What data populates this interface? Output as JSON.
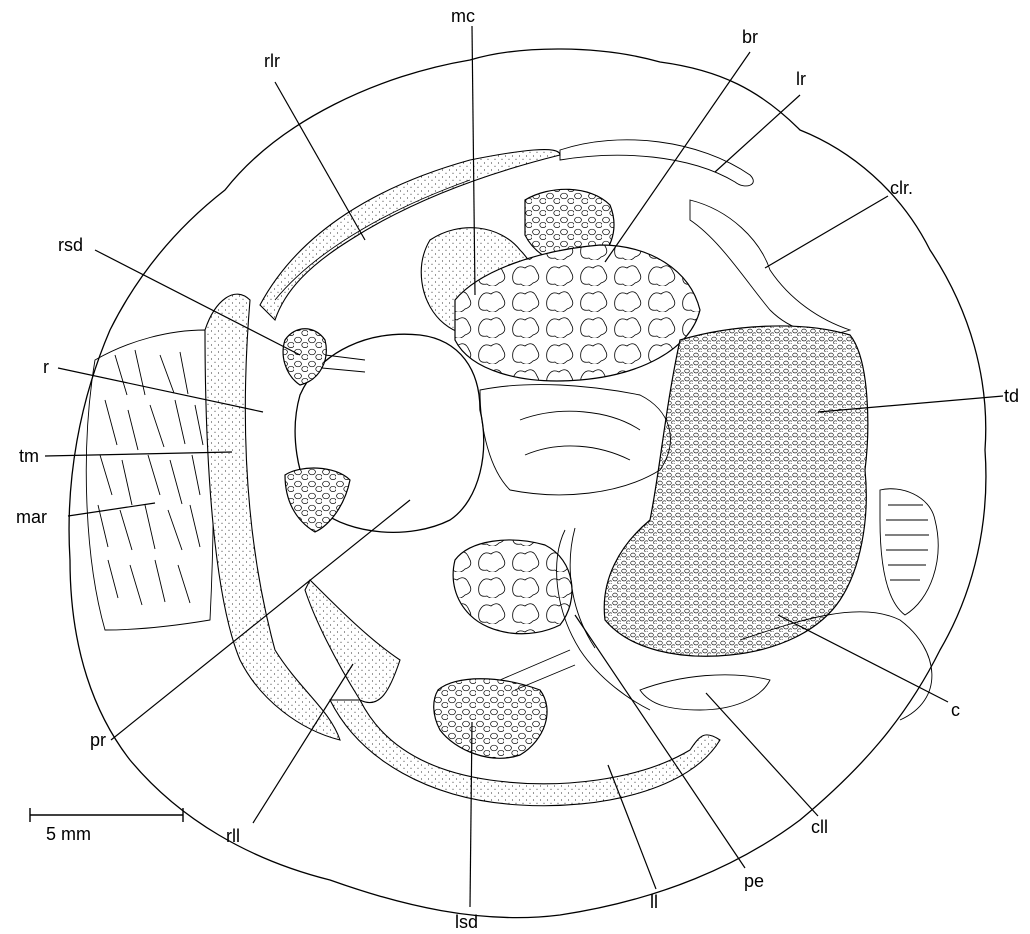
{
  "labels": {
    "rlr": "rlr",
    "mc": "mc",
    "br": "br",
    "lr": "lr",
    "clr": "clr.",
    "rsd": "rsd",
    "r": "r",
    "tm": "tm",
    "mar": "mar",
    "td": "td",
    "pr": "pr",
    "c": "c",
    "rll": "rll",
    "cll": "cll",
    "ll": "ll",
    "pe": "pe",
    "lsd": "lsd"
  },
  "scale_bar": {
    "label": "5 mm"
  }
}
